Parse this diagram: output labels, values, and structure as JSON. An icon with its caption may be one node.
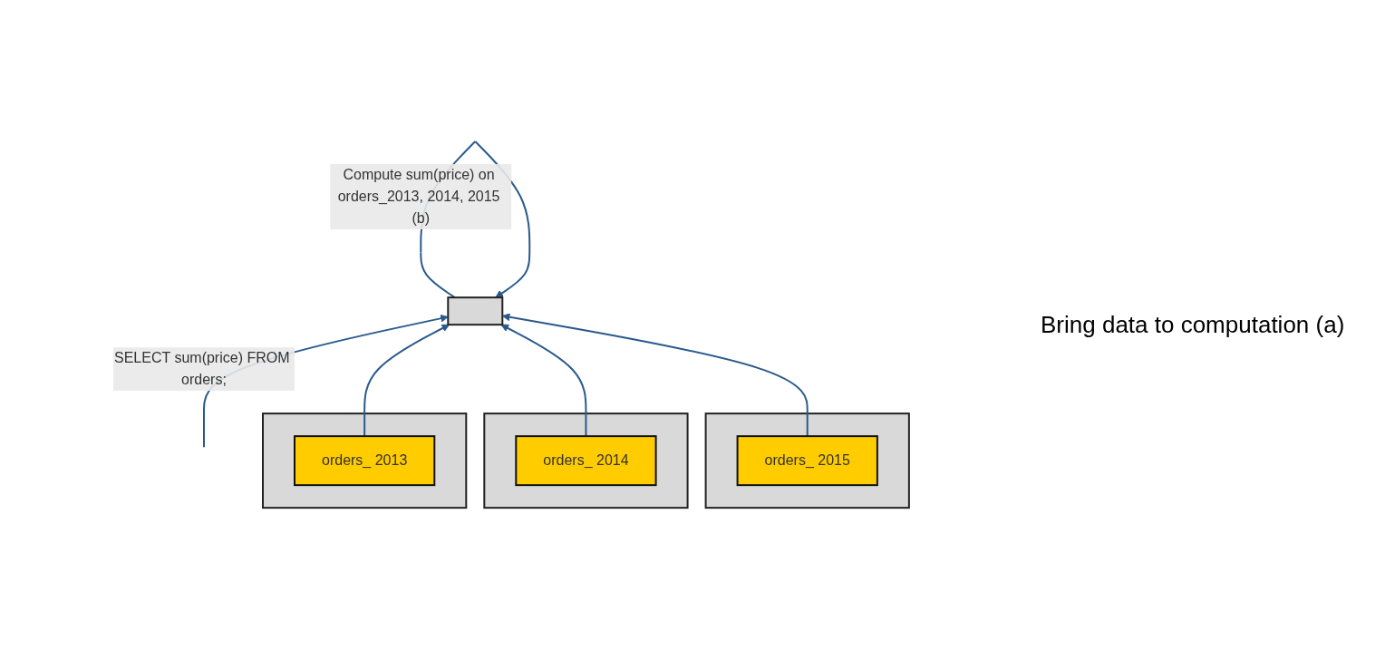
{
  "diagram": {
    "nodes": [
      {
        "text": [],
        "shape": "box"
      },
      {
        "text": [],
        "shape": "box"
      },
      {
        "text": [
          "orders_ 2013"
        ],
        "in": 1
      },
      {
        "text": [],
        "shape": "box"
      },
      {
        "text": [
          "orders_ 2014"
        ],
        "in": 3
      },
      {
        "text": [],
        "shape": "box"
      },
      {
        "text": [
          "orders_ 2015"
        ],
        "in": 5
      }
    ],
    "edges": [
      {
        "from": null,
        "to": 0,
        "arrow": "to",
        "label": "SELECT sum(price) FROM orders;"
      },
      {
        "from": 0,
        "to": 0,
        "arrow": "to",
        "label": "Compute sum(price) on orders_2013, 2014, 2015 (b)"
      },
      {
        "from": 2,
        "to": 0,
        "arrow": "to"
      },
      {
        "from": 4,
        "to": 0,
        "arrow": "to"
      },
      {
        "from": 6,
        "to": 0,
        "arrow": "to"
      }
    ],
    "labels": [
      "Bring data to computation (a)"
    ]
  }
}
